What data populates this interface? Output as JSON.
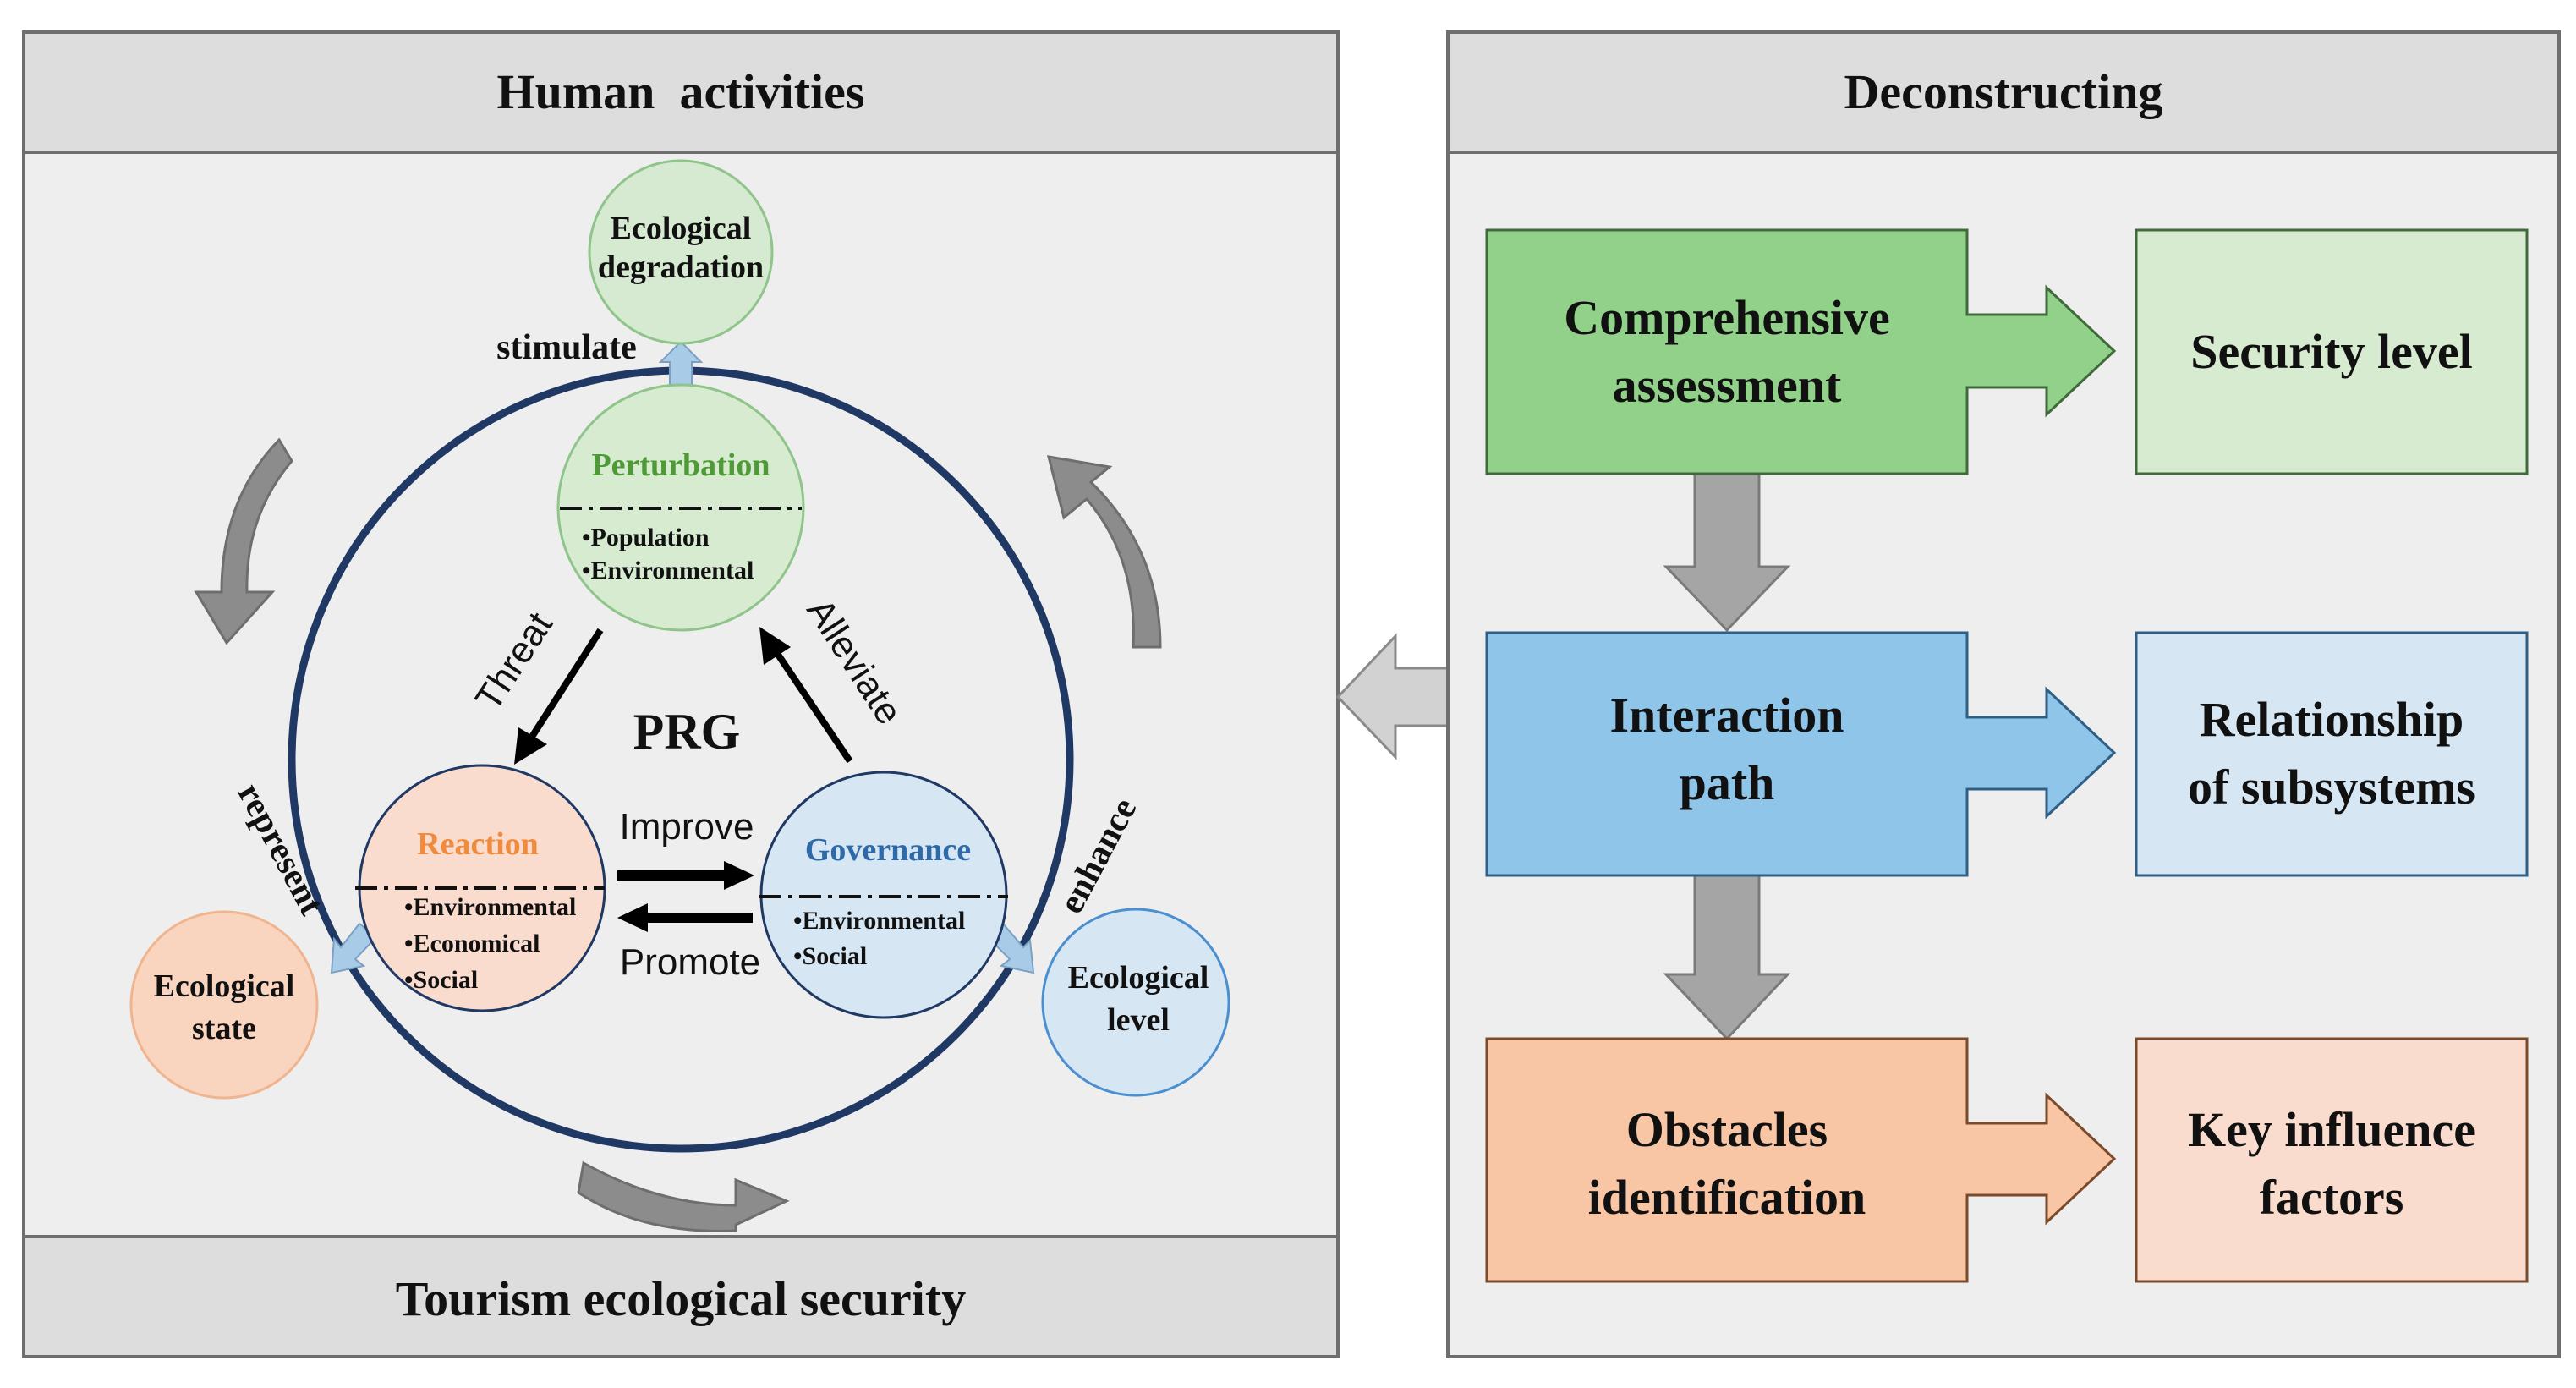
{
  "left_panel": {
    "header": "Human  activities",
    "footer": "Tourism ecological security",
    "center_label": "PRG",
    "perturbation": {
      "title": "Perturbation",
      "items": [
        "•Population",
        "•Environmental"
      ]
    },
    "reaction": {
      "title": "Reaction",
      "items": [
        "•Environmental",
        "•Economical",
        "•Social"
      ]
    },
    "governance": {
      "title": "Governance",
      "items": [
        "•Environmental",
        "•Social"
      ]
    },
    "ecological_degradation": [
      "Ecological",
      "degradation"
    ],
    "ecological_state": [
      "Ecological",
      "state"
    ],
    "ecological_level": [
      "Ecological",
      "level"
    ],
    "relations": {
      "stimulate": "stimulate",
      "represent": "represent",
      "enhance": "enhance",
      "threat": "Threat",
      "alleviate": "Alleviate",
      "improve": "Improve",
      "promote": "Promote"
    }
  },
  "right_panel": {
    "header": "Deconstructing",
    "steps": [
      {
        "label": [
          "Comprehensive",
          "assessment"
        ],
        "result": [
          "Security level"
        ]
      },
      {
        "label": [
          "Interaction",
          "path"
        ],
        "result": [
          "Relationship",
          "of subsystems"
        ]
      },
      {
        "label": [
          "Obstacles",
          "identification"
        ],
        "result": [
          "Key influence",
          "factors"
        ]
      }
    ]
  },
  "colors": {
    "panel_bg": "#eeeeee",
    "header_bg": "#dddddd",
    "ring": "#1f3864",
    "green_box": "#92d18a",
    "green_light": "#d7ebd0",
    "blue_box": "#8ec5e8",
    "blue_light": "#d6e6f3",
    "orange_box": "#f9c6a5",
    "orange_light": "#f9dccd",
    "gray_arrow": "#9a9a9a",
    "perturbation_text": "#4e9a36",
    "reaction_text": "#f08a3c",
    "governance_text": "#2e6aa8"
  }
}
